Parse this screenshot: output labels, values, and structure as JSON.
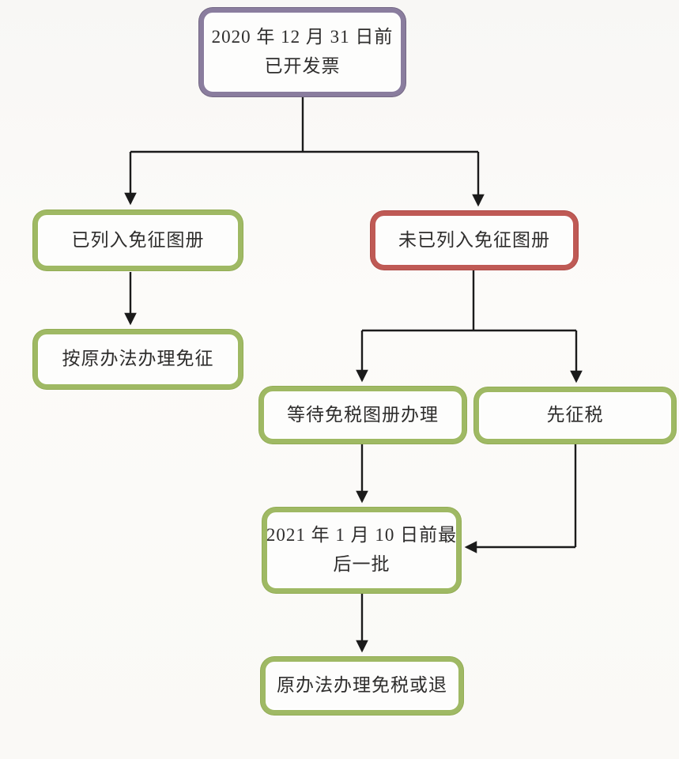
{
  "diagram": {
    "type": "flowchart",
    "language": "zh-CN",
    "nodes": {
      "start": {
        "lines": [
          "2020 年 12 月 31 日前",
          "已开发票"
        ],
        "border_color": "#8a7d9e"
      },
      "listed": {
        "lines": [
          "已列入免征图册"
        ],
        "border_color": "#9fb964"
      },
      "not_listed": {
        "lines": [
          "未已列入免征图册"
        ],
        "border_color": "#bf5a55"
      },
      "original_method": {
        "lines": [
          "按原办法办理免征"
        ],
        "border_color": "#9fb964"
      },
      "wait_catalog": {
        "lines": [
          "等待免税图册办理"
        ],
        "border_color": "#9fb964"
      },
      "tax_first": {
        "lines": [
          "先征税"
        ],
        "border_color": "#9fb964"
      },
      "last_batch": {
        "lines": [
          "2021 年 1 月 10 日前最",
          "后一批"
        ],
        "border_color": "#9fb964"
      },
      "final_handling": {
        "lines": [
          "原办法办理免税或退"
        ],
        "border_color": "#9fb964"
      }
    },
    "edges": [
      {
        "from": "start",
        "to": "listed"
      },
      {
        "from": "start",
        "to": "not_listed"
      },
      {
        "from": "listed",
        "to": "original_method"
      },
      {
        "from": "not_listed",
        "to": "wait_catalog"
      },
      {
        "from": "not_listed",
        "to": "tax_first"
      },
      {
        "from": "wait_catalog",
        "to": "last_batch"
      },
      {
        "from": "tax_first",
        "to": "last_batch"
      },
      {
        "from": "last_batch",
        "to": "final_handling"
      }
    ]
  },
  "colors": {
    "purple_border": "#8a7d9e",
    "green_border": "#9fb964",
    "red_border": "#bf5a55",
    "connector_line": "#1b1b1b",
    "text": "#2e2d2c",
    "background": "#faf9f6"
  }
}
